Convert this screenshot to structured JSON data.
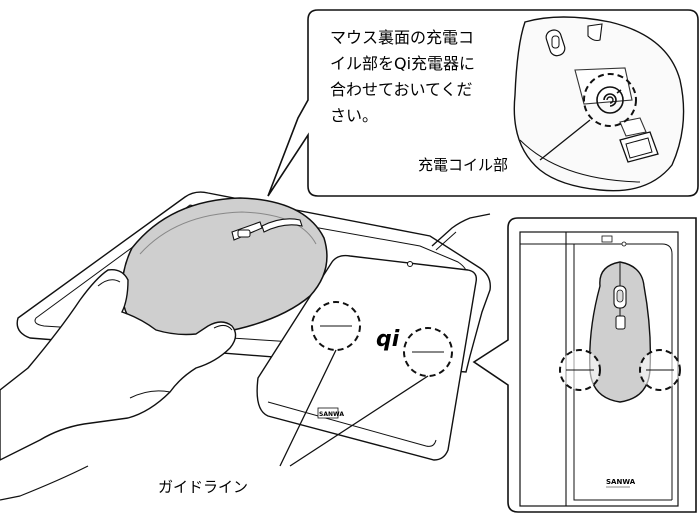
{
  "callout_top": {
    "instruction_lines": [
      "マウス裏面の充電コ",
      "イル部をQi充電器に",
      "合わせておいてくだ",
      "さい。"
    ],
    "coil_label": "充電コイル部"
  },
  "mousepad": {
    "qi_logo": "qi",
    "brand_logo": "SANWA"
  },
  "guideline_label": "ガイドライン",
  "bottom_right_logo": "SANWA",
  "icons": [
    "qi-logo-icon",
    "coil-icon",
    "wheel-icon"
  ]
}
